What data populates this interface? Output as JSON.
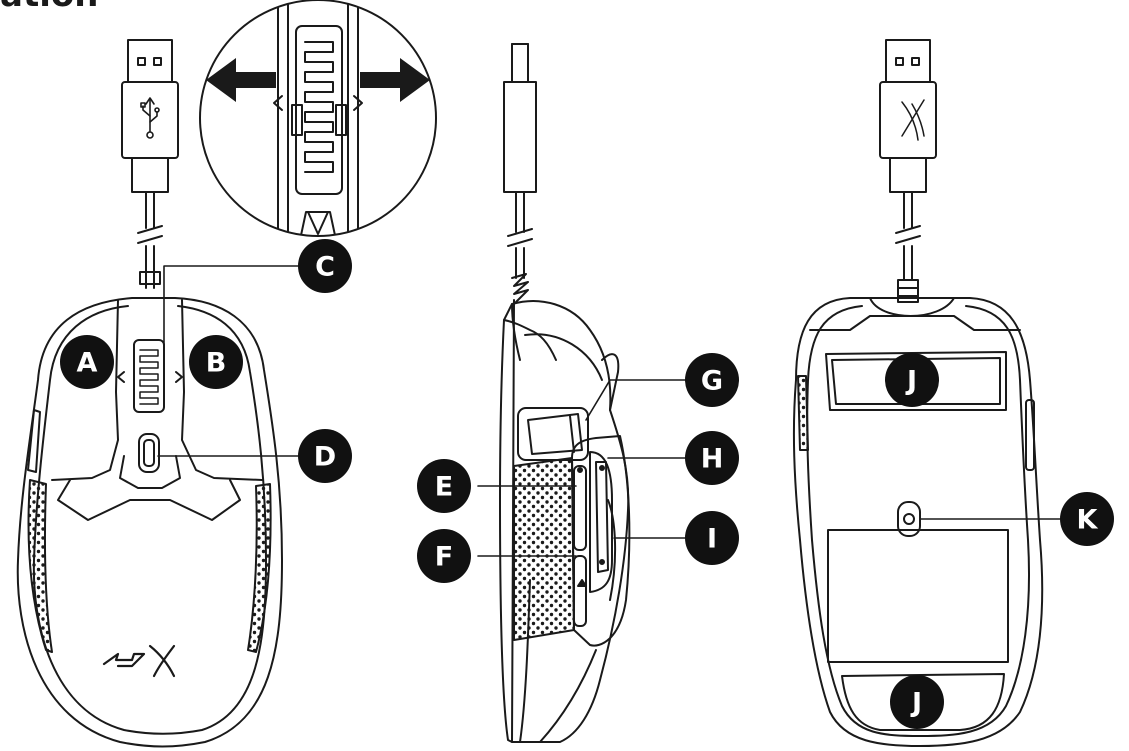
{
  "header": {
    "text": "ation"
  },
  "labels": {
    "A": "A",
    "B": "B",
    "C": "C",
    "D": "D",
    "E": "E",
    "F": "F",
    "G": "G",
    "H": "H",
    "I": "I",
    "J_top": "J",
    "J_bottom": "J",
    "K": "K"
  },
  "colors": {
    "line": "#1a1a1a",
    "badge": "#111111",
    "background": "#ffffff"
  },
  "icons": {
    "usb_symbol": "usb-icon",
    "logo_top": "hyperx-logo",
    "logo_cable": "hyperx-logo"
  }
}
